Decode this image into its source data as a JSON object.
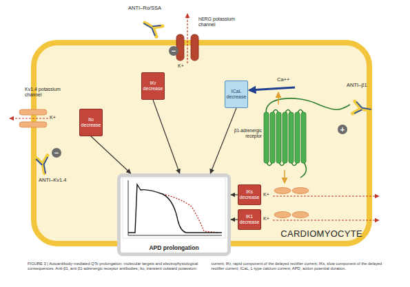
{
  "diagram": {
    "caption": "FIGURE 3 | Autoantibody-mediated QTc prolongation: molecular targets and electrophysiological consequences. Anti-β1, anti β1-adrenergic receptor antibodies; Ito, transient outward potassium current; IKr, rapid component of the delayed rectifier current; IKs, slow component of the delayed rectifier current; ICaL, L-type calcium current; APD, action potential duration.",
    "nodes": [
      {
        "text": [
          "CARDIOMYOCYTE"
        ]
      },
      {
        "text": [
          "IKr decrease"
        ],
        "in": 0
      },
      {
        "text": [
          "ICaL decrease"
        ],
        "in": 0
      },
      {
        "text": [
          "Ito decrease"
        ],
        "in": 0
      },
      {
        "text": [
          "IKs decrease"
        ],
        "in": 0
      },
      {
        "text": [
          "IK1 decrease"
        ],
        "in": 0
      },
      {
        "text": [
          "APD prolongation"
        ],
        "in": 0
      }
    ],
    "edges": [
      {
        "from": 3,
        "to": 6,
        "arrow": "to"
      },
      {
        "from": 1,
        "to": 6,
        "arrow": "to"
      },
      {
        "from": 2,
        "to": 6,
        "arrow": "to"
      },
      {
        "from": 4,
        "to": 6,
        "arrow": "to"
      },
      {
        "from": 5,
        "to": 6,
        "arrow": "to"
      }
    ],
    "labels": [
      "ANTI–Ro/SSA",
      "hERG potassium channel",
      "−",
      "K+",
      "ANTI–β1",
      "Ca++",
      "Kv1.4 potassium channel",
      "K+",
      "β1-adrenergic receptor",
      "+",
      "−",
      "ANTI–Kv1.4",
      "K+",
      "K+"
    ]
  }
}
